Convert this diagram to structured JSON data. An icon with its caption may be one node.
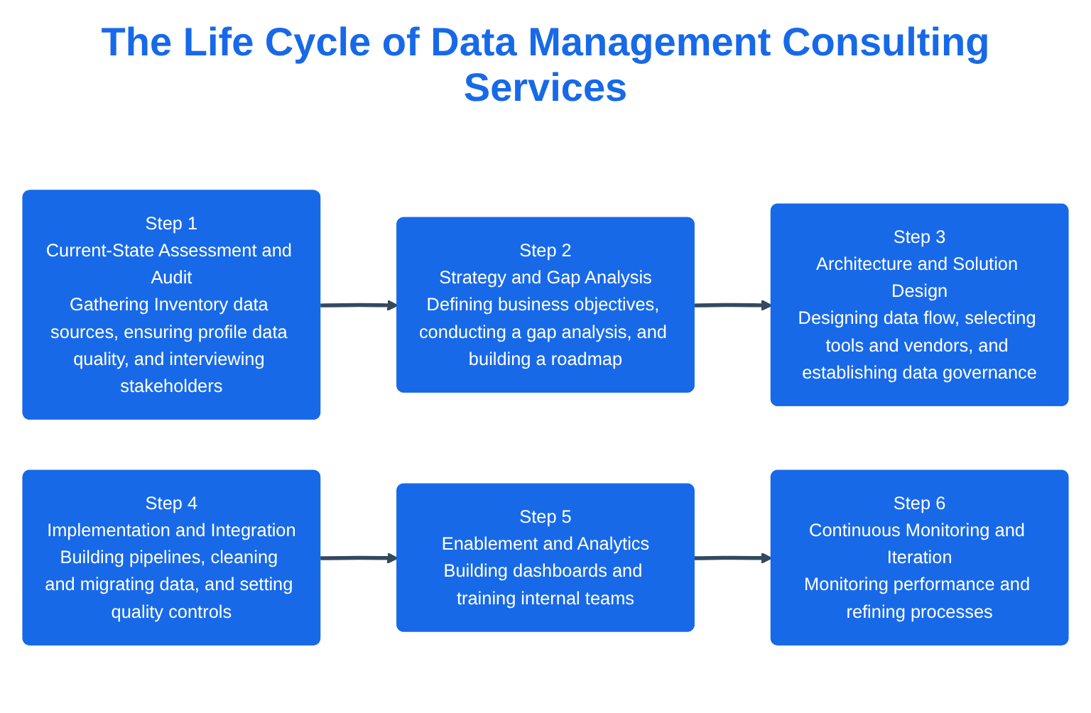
{
  "diagram": {
    "title": "The Life Cycle of Data Management Consulting Services",
    "nodes": [
      {
        "text": [
          "Step 1",
          "Current-State Assessment and Audit",
          "Gathering Inventory data sources, ensuring profile data quality, and interviewing stakeholders"
        ]
      },
      {
        "text": [
          "Step 2",
          "Strategy and Gap Analysis",
          "Defining business objectives, conducting a gap analysis, and building a roadmap"
        ]
      },
      {
        "text": [
          "Step 3",
          "Architecture and Solution Design",
          "Designing data flow, selecting tools and vendors, and establishing data governance"
        ]
      },
      {
        "text": [
          "Step 4",
          "Implementation and Integration",
          "Building pipelines, cleaning and migrating data, and setting quality controls"
        ]
      },
      {
        "text": [
          "Step 5",
          "Enablement and Analytics",
          "Building dashboards and training internal teams"
        ]
      },
      {
        "text": [
          "Step 6",
          "Continuous Monitoring and Iteration",
          "Monitoring performance and refining processes"
        ]
      }
    ],
    "edges": [
      {
        "from": 0,
        "to": 1,
        "arrow": "to"
      },
      {
        "from": 1,
        "to": 2,
        "arrow": "to"
      },
      {
        "from": 3,
        "to": 4,
        "arrow": "to"
      },
      {
        "from": 4,
        "to": 5,
        "arrow": "to"
      }
    ]
  }
}
